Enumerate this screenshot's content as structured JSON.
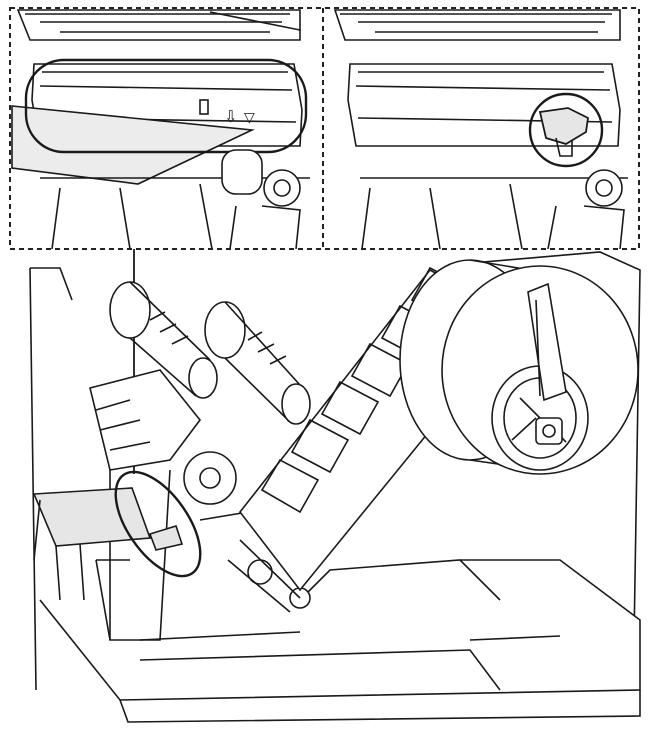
{
  "figure": {
    "kind": "printer-media-loading-illustration",
    "colors": {
      "line": "#1a1a1a",
      "fill": "#ffffff",
      "shade": "#e6e6e6",
      "paper": "#ececec",
      "dash": "#222222"
    },
    "callouts": [
      {
        "name": "sensor-slot-callout",
        "icon": "arrow-down-triangle-marks"
      },
      {
        "name": "sensor-adjust-knob-callout",
        "icon": "sensor-knob"
      }
    ],
    "sensor_marks": [
      "⇩",
      "▽"
    ]
  }
}
